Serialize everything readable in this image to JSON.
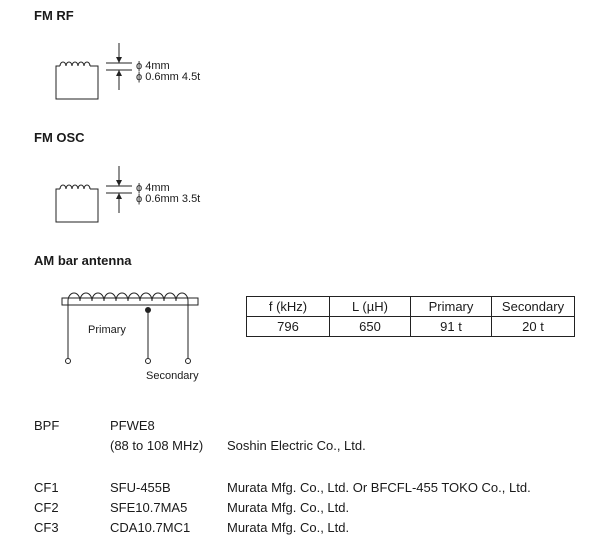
{
  "fm_rf": {
    "title": "FM RF",
    "diameter": "ϕ 4mm",
    "wire": "ϕ 0.6mm 4.5t"
  },
  "fm_osc": {
    "title": "FM OSC",
    "diameter": "ϕ 4mm",
    "wire": "ϕ 0.6mm 3.5t"
  },
  "am_antenna": {
    "title": "AM bar antenna",
    "primary_label": "Primary",
    "secondary_label": "Secondary",
    "table": {
      "headers": [
        "f (kHz)",
        "L (µH)",
        "Primary",
        "Secondary"
      ],
      "values": [
        "796",
        "650",
        "91 t",
        "20 t"
      ]
    }
  },
  "bpf": {
    "label": "BPF",
    "part": "PFWE8",
    "range": "(88 to 108 MHz)",
    "maker": "Soshin Electric Co., Ltd."
  },
  "cf": [
    {
      "label": "CF1",
      "part": "SFU-455B",
      "maker": "Murata Mfg. Co., Ltd.  Or BFCFL-455 TOKO Co., Ltd."
    },
    {
      "label": "CF2",
      "part": "SFE10.7MA5",
      "maker": "Murata Mfg. Co., Ltd."
    },
    {
      "label": "CF3",
      "part": "CDA10.7MC1",
      "maker": "Murata Mfg. Co., Ltd."
    }
  ]
}
